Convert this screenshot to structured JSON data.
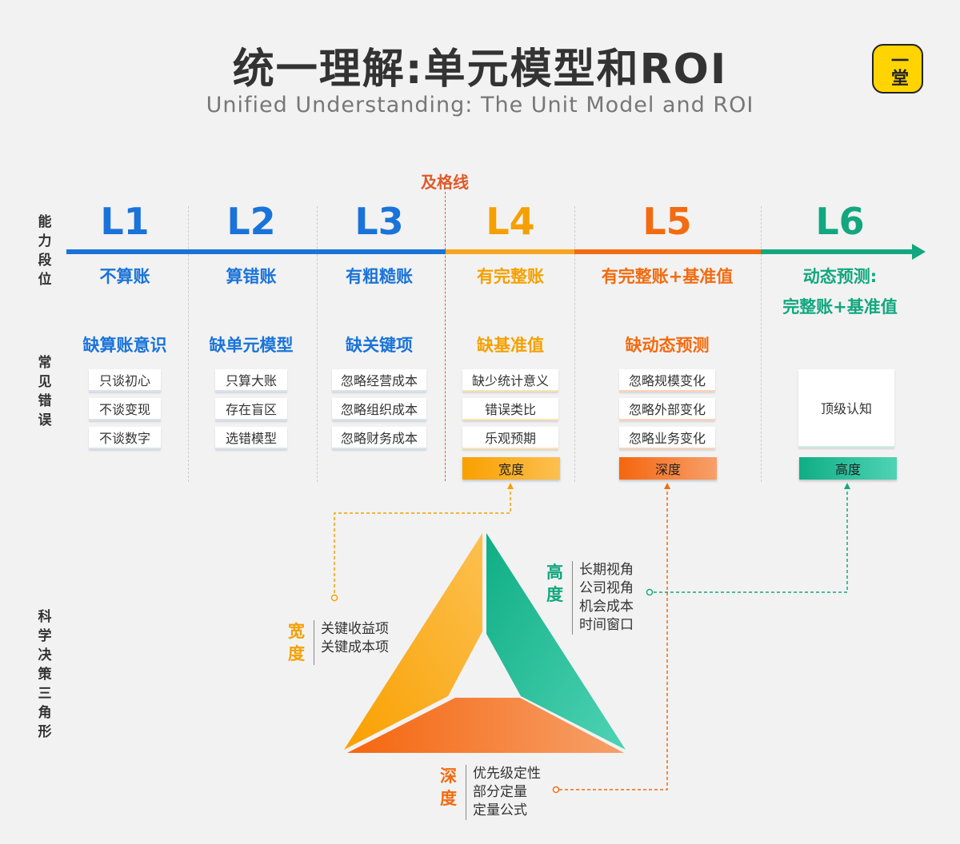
{
  "header": {
    "title": "统一理解:单元模型和ROI",
    "subtitle": "Unified Understanding: The Unit Model and ROI",
    "logo": "一堂"
  },
  "side_labels": {
    "ability": "能力段位",
    "mistakes": "常见错误",
    "triangle": "科学决策三角形"
  },
  "passing_line": "及格线",
  "levels": [
    {
      "level": "L1",
      "stage": "不算账",
      "missing": "缺算账意识",
      "errors": [
        "只谈初心",
        "不谈变现",
        "不谈数字"
      ],
      "color": "#1a73d9"
    },
    {
      "level": "L2",
      "stage": "算错账",
      "missing": "缺单元模型",
      "errors": [
        "只算大账",
        "存在盲区",
        "选错模型"
      ],
      "color": "#1a73d9"
    },
    {
      "level": "L3",
      "stage": "有粗糙账",
      "missing": "缺关键项",
      "errors": [
        "忽略经营成本",
        "忽略组织成本",
        "忽略财务成本"
      ],
      "color": "#1a73d9"
    },
    {
      "level": "L4",
      "stage": "有完整账",
      "missing": "缺基准值",
      "errors": [
        "缺少统计意义",
        "错误类比",
        "乐观预期"
      ],
      "dimension": "宽度",
      "color": "#f5a000"
    },
    {
      "level": "L5",
      "stage": "有完整账+基准值",
      "missing": "缺动态预测",
      "errors": [
        "忽略规模变化",
        "忽略外部变化",
        "忽略业务变化"
      ],
      "dimension": "深度",
      "color": "#f26b10"
    },
    {
      "level": "L6",
      "stage": "动态预测:",
      "stage2": "完整账+基准值",
      "errors": [
        "顶级认知"
      ],
      "dimension": "高度",
      "color": "#12a77f"
    }
  ],
  "triangle": {
    "width": {
      "label": "宽度",
      "items": [
        "关键收益项",
        "关键成本项"
      ]
    },
    "height": {
      "label": "高度",
      "items": [
        "长期视角",
        "公司视角",
        "机会成本",
        "时间窗口"
      ]
    },
    "depth": {
      "label": "深度",
      "items": [
        "优先级定性",
        "部分定量",
        "定量公式"
      ]
    }
  }
}
